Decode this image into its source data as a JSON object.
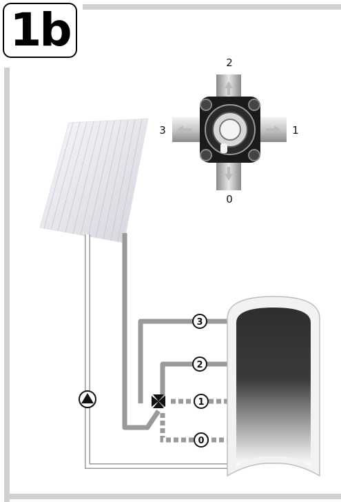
{
  "figure": {
    "badge": "1b"
  },
  "valve": {
    "ports": [
      {
        "label": "2"
      },
      {
        "label": "1"
      },
      {
        "label": "0"
      },
      {
        "label": "3"
      }
    ]
  },
  "connections": [
    {
      "label": "3"
    },
    {
      "label": "2"
    },
    {
      "label": "1"
    },
    {
      "label": "0"
    }
  ],
  "colors": {
    "pipe": "#9a9a9a",
    "pipe_return": "#ffffff",
    "frame": "#cfcfcf",
    "valve_body": "#111111"
  }
}
